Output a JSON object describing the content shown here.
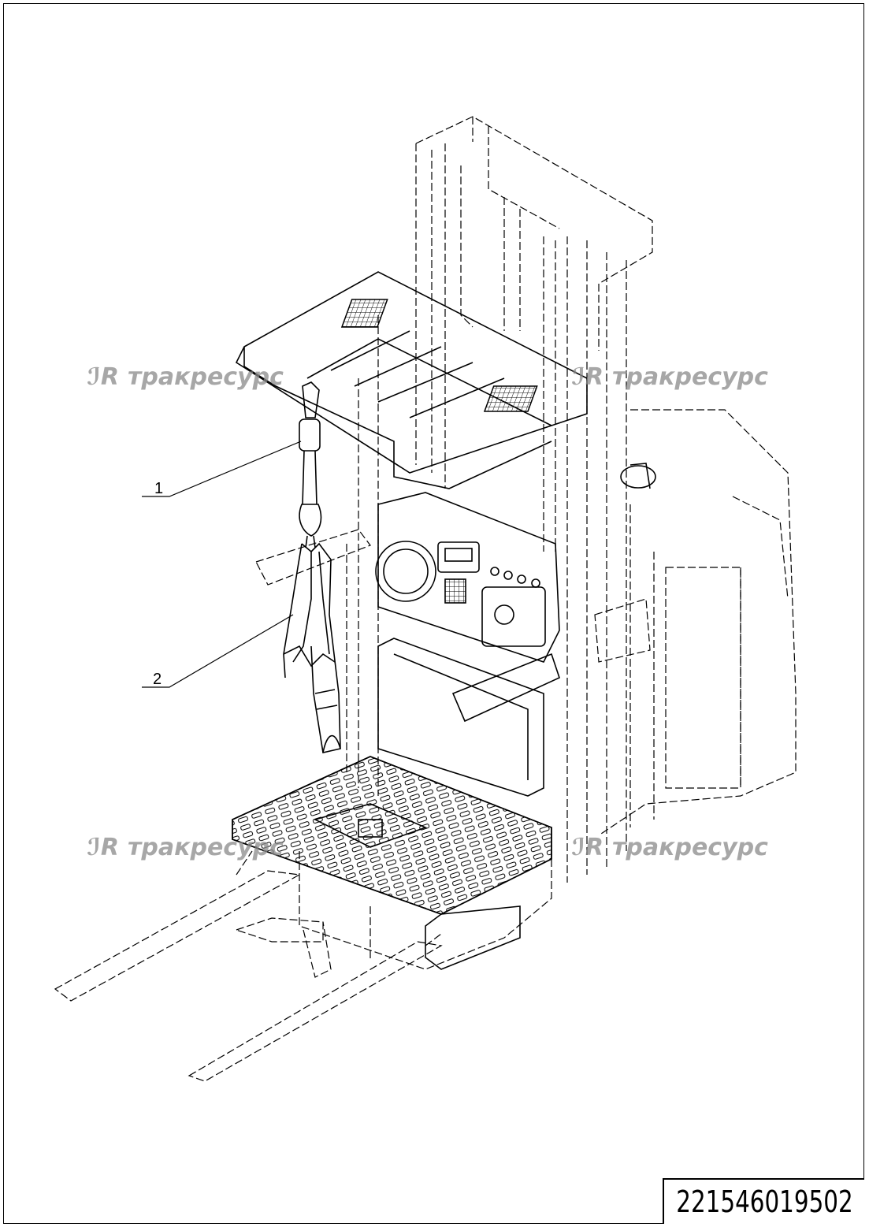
{
  "drawing_number": "221546019502",
  "callouts": [
    {
      "number": "1"
    },
    {
      "number": "2"
    }
  ],
  "watermark_text": "тракресурс",
  "colors": {
    "line": "#000000",
    "watermark": "#8a8a8a"
  }
}
